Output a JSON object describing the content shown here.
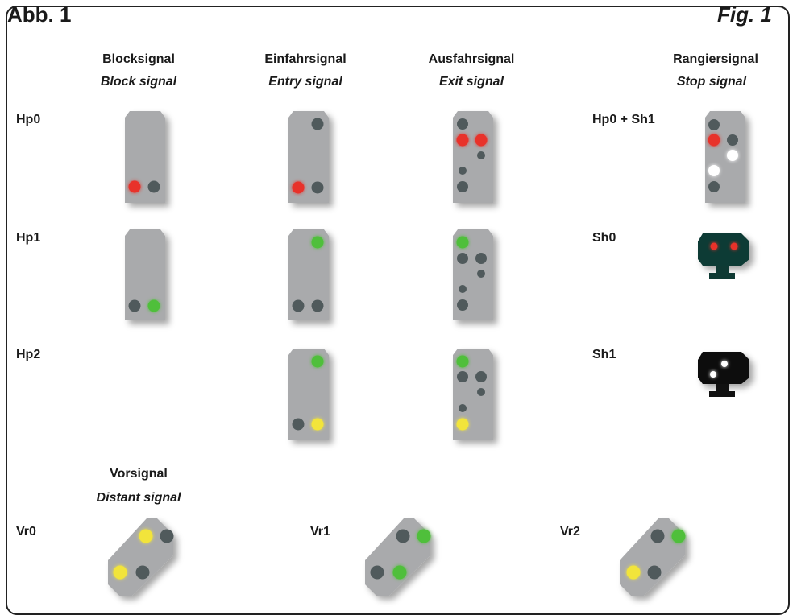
{
  "title": {
    "left": "Abb. 1",
    "right": "Fig. 1"
  },
  "columns": [
    {
      "de": "Blocksignal",
      "en": "Block signal"
    },
    {
      "de": "Einfahrsignal",
      "en": "Entry signal"
    },
    {
      "de": "Ausfahrsignal",
      "en": "Exit signal"
    },
    {
      "de": "Rangiersignal",
      "en": "Stop signal"
    }
  ],
  "distant": {
    "de": "Vorsignal",
    "en": "Distant signal"
  },
  "states": {
    "hp0": "Hp0",
    "hp1": "Hp1",
    "hp2": "Hp2",
    "hp0sh1": "Hp0 + Sh1",
    "sh0": "Sh0",
    "sh1": "Sh1",
    "vr0": "Vr0",
    "vr1": "Vr1",
    "vr2": "Vr2"
  },
  "colors": {
    "panel": "#a9aaac",
    "panel_edge": "#98999b",
    "lamp_off": "#505a5c",
    "red": "#e8302a",
    "green": "#4fbf3a",
    "yellow": "#f2e43a",
    "white": "#ffffff",
    "sh_dark_green": "#0f3a34",
    "sh_black": "#111111"
  }
}
